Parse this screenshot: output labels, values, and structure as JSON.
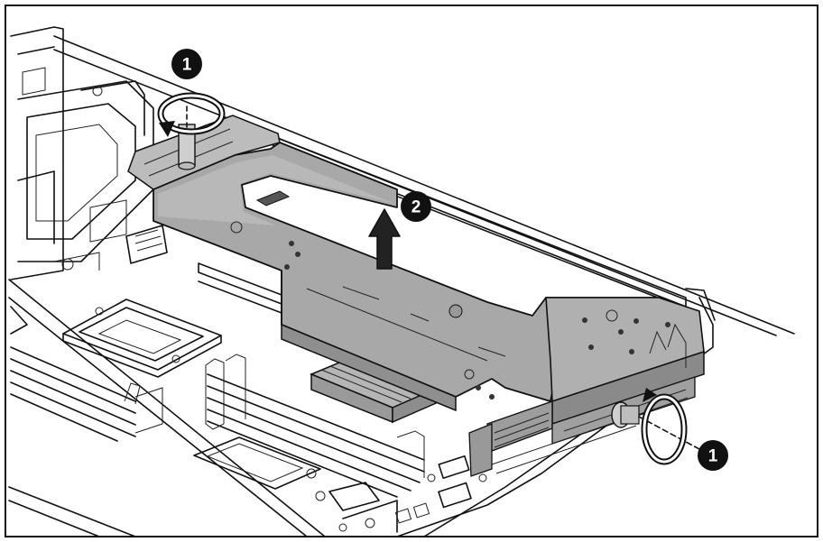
{
  "figure": {
    "colors": {
      "background": "#ffffff",
      "line": "#111111",
      "riser_cage_fill": "#a8a8a8",
      "heatsink_fill": "#b5b5b5",
      "callout_fill": "#111111",
      "callout_text": "#ffffff"
    },
    "callouts": [
      {
        "id": "c1-top-screw",
        "label": "1"
      },
      {
        "id": "c2-lift-arrow",
        "label": "2"
      },
      {
        "id": "c1-rear-screw",
        "label": "1"
      }
    ],
    "icons": {
      "rotate": "rotate-arrow-icon",
      "lift": "up-arrow-icon"
    }
  }
}
